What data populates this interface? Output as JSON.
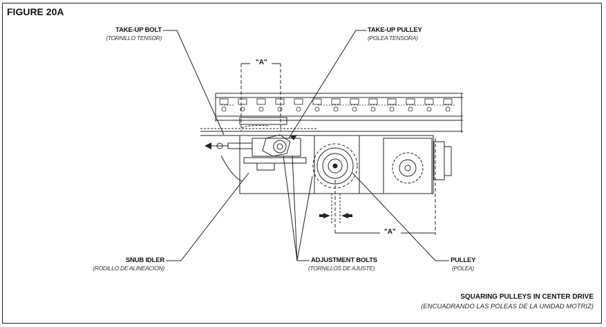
{
  "figure": {
    "title": "FIGURE 20A",
    "caption": "SQUARING PULLEYS IN CENTER DRIVE",
    "caption_es": "(ENCUADRANDO LAS POLEAS DE LA UNIDAD MOTRIZ)"
  },
  "labels": {
    "take_up_bolt": "TAKE-UP BOLT",
    "take_up_bolt_es": "(TORNILLO TENSOR)",
    "take_up_pulley": "TAKE-UP PULLEY",
    "take_up_pulley_es": "(POLEA TENSORA)",
    "snub_idler": "SNUB IDLER",
    "snub_idler_es": "(RODILLO DE ALINEACION)",
    "adjustment_bolts": "ADJUSTMENT BOLTS",
    "adjustment_bolts_es": "(TORNILLOS DE AJUSTE)",
    "pulley": "PULLEY",
    "pulley_es": "(POLEA)"
  },
  "dimensions": {
    "a_top": "\"A\"",
    "a_bottom": "\"A\""
  }
}
